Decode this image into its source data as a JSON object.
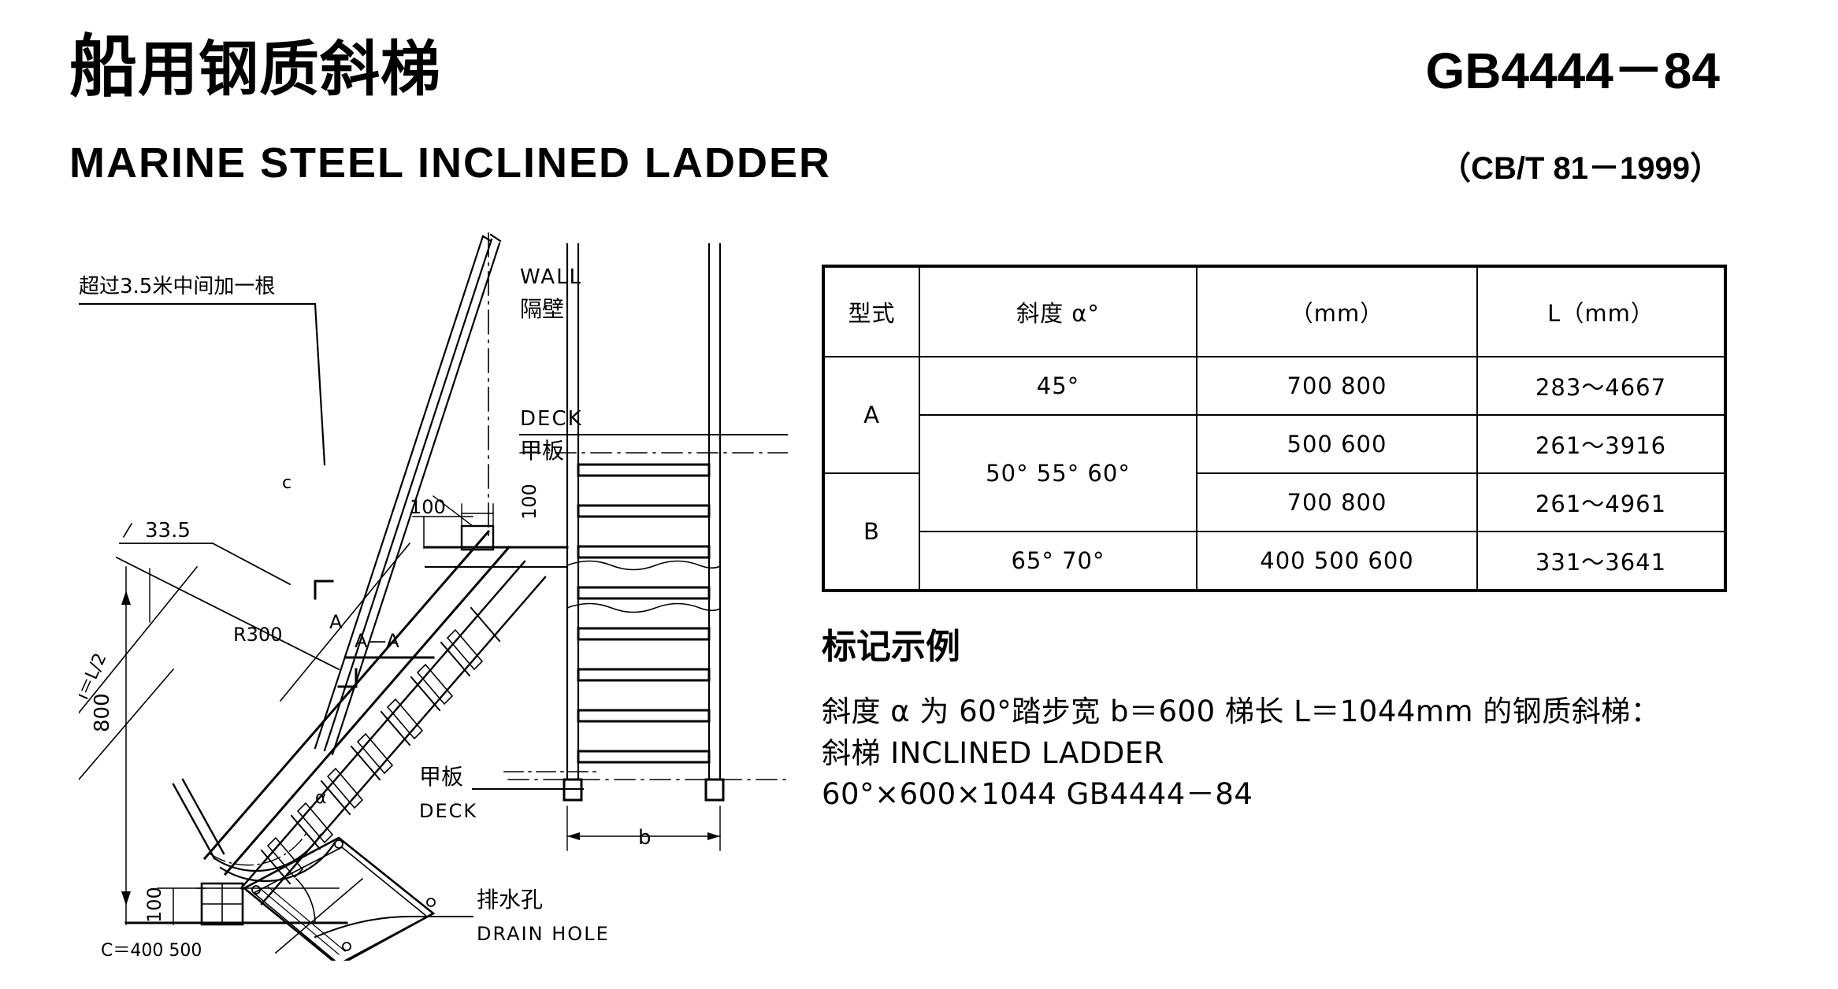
{
  "header": {
    "title_cn_lead": "船",
    "title_cn_rest": "用钢质斜梯",
    "title_en": "MARINE STEEL INCLINED LADDER",
    "standard_main": "GB4444－84",
    "standard_sub": "（CB/T 81－1999）"
  },
  "table": {
    "headers": [
      "型式",
      "斜度 α°",
      "（mm）",
      "L（mm）"
    ],
    "rows": [
      {
        "type": "A",
        "angle": "45°",
        "mm": "700    800",
        "l": "283～4667"
      },
      {
        "type": "",
        "angle": "50°  55°  60°",
        "mm": "500    600",
        "l": "261～3916"
      },
      {
        "type": "B",
        "angle": "",
        "mm": "700    800",
        "l": "261～4961"
      },
      {
        "type": "",
        "angle": "65°  70°",
        "mm": "400   500   600",
        "l": "331～3641"
      }
    ]
  },
  "marking": {
    "title": "标记示例",
    "line1": "斜度 α 为 60°踏步宽 b＝600 梯长 L＝1044mm 的钢质斜梯：",
    "line2": "斜梯 INCLINED LADDER",
    "line3": "60°×600×1044 GB4444－84"
  },
  "drawing": {
    "note_over35": "超过3.5米中间加一根",
    "label_wall_en": "WALL",
    "label_wall_cn": "隔壁",
    "label_deck_en": "DECK",
    "label_deck_cn": "甲板",
    "dim_100_a": "100",
    "dim_100_b": "100",
    "dim_100_c": "100",
    "dim_800": "800",
    "dim_335": "33.5",
    "radius_r300": "R300",
    "label_c": "c",
    "label_a_left": "A",
    "label_a_right": "A",
    "label_alpha": "α",
    "label_l_half": "l＝L/2",
    "section_aa": "A—A",
    "label_deck2_cn": "甲板",
    "label_deck2_en": "DECK",
    "dim_b": "b",
    "drain_cn": "排水孔",
    "drain_en": "DRAIN  HOLE",
    "note_c": "C＝400   500"
  }
}
